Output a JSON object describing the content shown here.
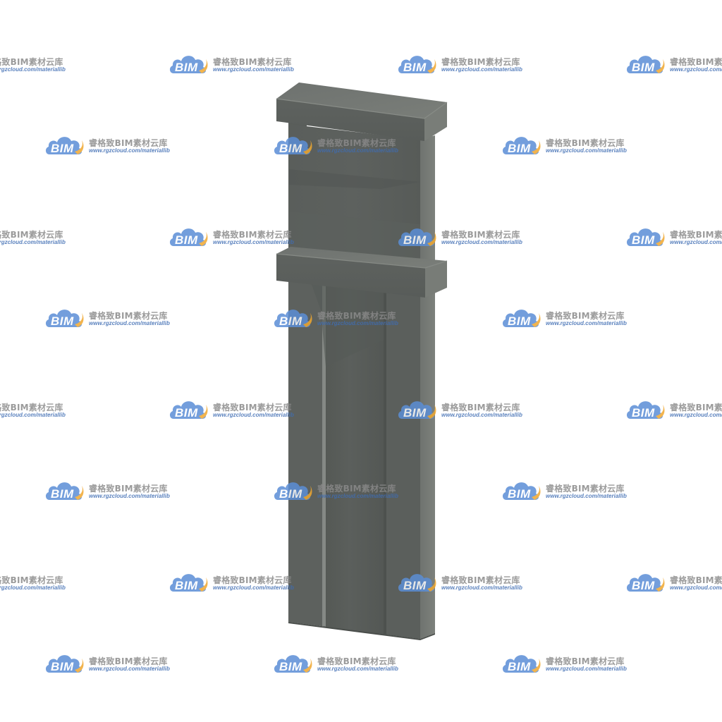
{
  "watermark": {
    "title": "睿格致BIM素材云库",
    "url": "www.rgzcloud.com/materiallib",
    "logo_text": "BIM",
    "logo_color": "#5b8ed6",
    "accent_color": "#f0a830"
  },
  "render": {
    "subject": "concrete-column-3d-model",
    "body_color": "#5f6360",
    "background_color": "#ffffff"
  }
}
